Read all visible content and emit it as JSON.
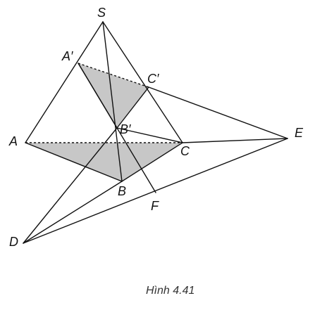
{
  "figure": {
    "caption": "Hình 4.41",
    "labels": {
      "S": "S",
      "A_prime": "A′",
      "C_prime": "C′",
      "B_prime": "B′",
      "A": "A",
      "C": "C",
      "B": "B",
      "E": "E",
      "F": "F",
      "D": "D"
    },
    "colors": {
      "line": "#111111",
      "shading": "#bdbdbd"
    }
  }
}
